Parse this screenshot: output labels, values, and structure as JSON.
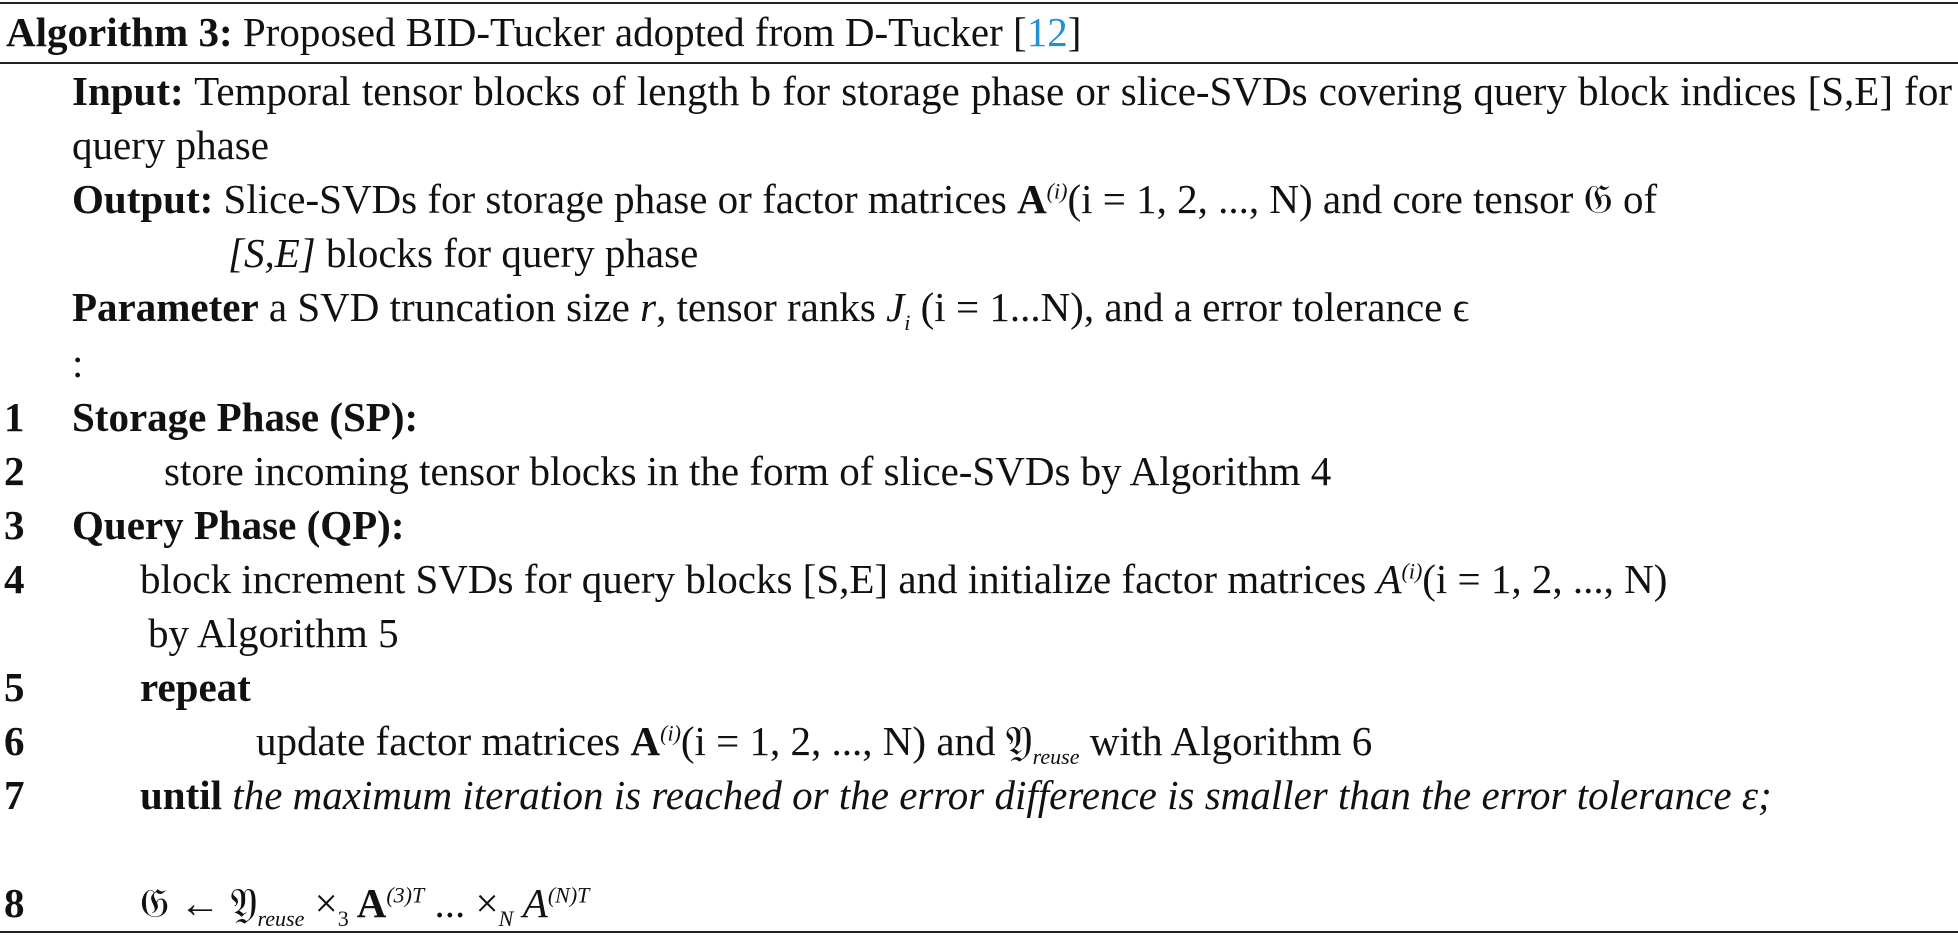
{
  "algorithm": {
    "label": "Algorithm 3:",
    "title": "Proposed BID-Tucker adopted from D-Tucker [",
    "ref": "12",
    "title_end": "]"
  },
  "io": {
    "input_label": "Input:",
    "input_text": "Temporal tensor blocks of length b for storage phase or slice-SVDs covering query block indices [S,E] for query phase",
    "output_label": "Output:",
    "output_text_1": "Slice-SVDs for storage phase or factor matrices ",
    "output_A": "A",
    "output_sup": "(i)",
    "output_text_2": "(i = 1, 2, ..., N) and core tensor ",
    "output_G": "𝔊",
    "output_text_3": " of [S,E] blocks for query phase",
    "param_label": "Parameter",
    "param_text_1": " a SVD truncation size ",
    "param_r": "r",
    "param_text_2": ", tensor ranks ",
    "param_J": "J",
    "param_Jsub": "i",
    "param_text_3": " (i = 1...N), and a error tolerance ",
    "param_eps": "ϵ",
    "colon": ":"
  },
  "steps": [
    {
      "num": "1",
      "text": "Storage Phase (SP):"
    },
    {
      "num": "2",
      "text": "store incoming tensor blocks in the form of slice-SVDs by Algorithm 4"
    },
    {
      "num": "3",
      "text": "Query Phase (QP):"
    },
    {
      "num": "4",
      "text_1": "block increment SVDs for query blocks [S,E] and initialize factor matrices ",
      "A": "A",
      "sup": "(i)",
      "text_2": "(i = 1, 2, ..., N) by Algorithm 5"
    },
    {
      "num": "5",
      "text": "repeat"
    },
    {
      "num": "6",
      "text_1": "update factor matrices ",
      "A": "A",
      "sup": "(i)",
      "text_2": "(i = 1, 2, ..., N) and ",
      "Y": "𝔜",
      "Ysub": "reuse",
      "text_3": " with Algorithm 6"
    },
    {
      "num": "7",
      "kw": "until",
      "text": " the maximum iteration is reached or the error difference is smaller than the error tolerance ε;"
    },
    {
      "num": "8",
      "G": "𝔊",
      "arrow": " ← ",
      "Y": "𝔜",
      "Ysub": "reuse",
      "x3": " ×",
      "x3sub": "3",
      "A3": " A",
      "A3sup": "(3)T",
      "dots": " ... ×",
      "xNsub": "N",
      "AN": " A",
      "ANsup": "(N)T"
    }
  ]
}
